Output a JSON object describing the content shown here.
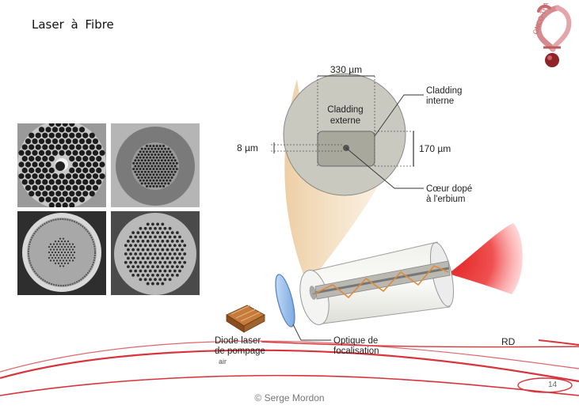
{
  "slide": {
    "title": "Laser à   Fibre",
    "page_number": "14",
    "copyright": "© Serge Mordon",
    "side_label": "RD"
  },
  "logo": {
    "text": "ONCO-THAI",
    "color": "#c8686e"
  },
  "photos": {
    "items": [
      {
        "name": "photonic-fiber-large-hole"
      },
      {
        "name": "photonic-fiber-small-holes"
      },
      {
        "name": "photonic-fiber-ring-cladding"
      },
      {
        "name": "photonic-fiber-hexagonal-holes"
      }
    ]
  },
  "diagram": {
    "dim_width": "330 µm",
    "dim_core": "8 µm",
    "dim_height": "170 µm",
    "cladding_externe": [
      "Cladding",
      "externe"
    ],
    "cladding_interne": [
      "Cladding",
      "interne"
    ],
    "coeur": [
      "Cœur dopé",
      "à l'erbium"
    ],
    "diode": [
      "Diode laser",
      "de pompage",
      "air"
    ],
    "optique": [
      "Optique de",
      "focalisation"
    ],
    "colors": {
      "outer_circle": "#c9c9c0",
      "inner_rect": "#a8a99c",
      "beam": "#e8352e",
      "zigzag": "#e08a3a",
      "cone": "#f3d6a8",
      "lens": "#8fb8e8",
      "diode": "#a0632c",
      "swoosh": "#d8343c"
    }
  }
}
